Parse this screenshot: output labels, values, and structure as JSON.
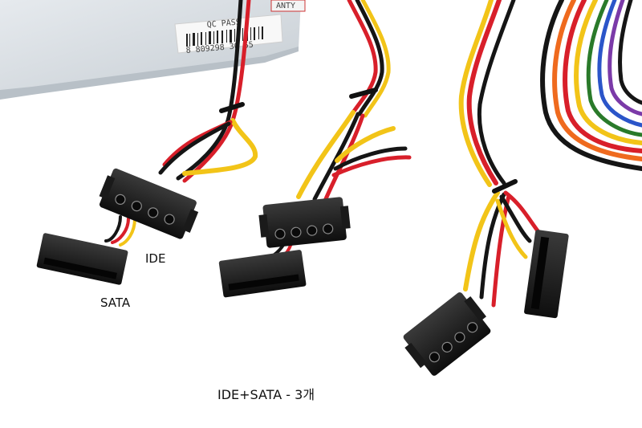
{
  "labels": {
    "ide": "IDE",
    "sata": "SATA",
    "caption": "IDE+SATA - 3개"
  },
  "psu": {
    "sticker_text": "QC PASS",
    "barcode_number": "8 809298 30 55",
    "corner_text": "ANTY"
  },
  "colors": {
    "background": "#ffffff",
    "psu_case": "#d7dde2",
    "wire_red": "#d81f2a",
    "wire_yellow": "#f2c418",
    "wire_black": "#151515",
    "wire_orange": "#ef6a1e",
    "connector": "#1e1e1e"
  }
}
